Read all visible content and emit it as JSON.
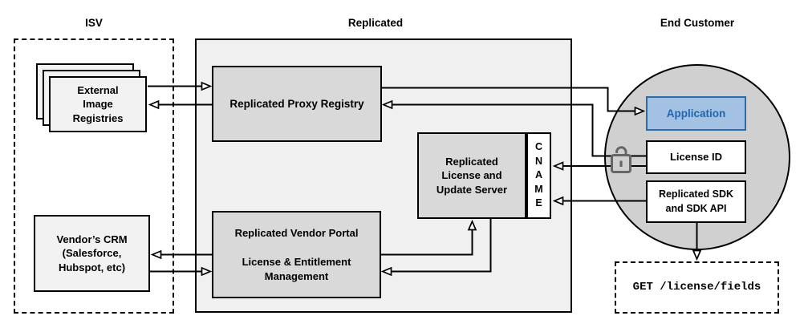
{
  "titles": {
    "isv": "ISV",
    "replicated": "Replicated",
    "end_customer": "End Customer"
  },
  "nodes": {
    "external_image_registries": {
      "label": "External\nImage\nRegistries"
    },
    "vendors_crm": {
      "label": "Vendor’s CRM\n(Salesforce,\nHubspot, etc)"
    },
    "replicated_proxy_registry": {
      "label": "Replicated Proxy Registry"
    },
    "replicated_license_update_server": {
      "label": "Replicated\nLicense and\nUpdate Server"
    },
    "cname": {
      "label": "CNAME"
    },
    "replicated_vendor_portal": {
      "label": "Replicated Vendor Portal\n\nLicense & Entitlement\nManagement"
    },
    "application": {
      "label": "Application"
    },
    "license_id": {
      "label": "License ID"
    },
    "replicated_sdk": {
      "label": "Replicated SDK\nand SDK API"
    },
    "get_license_fields": {
      "label": "GET /license/fields"
    }
  },
  "icons": {
    "unlock_icon": "unlocked-padlock"
  },
  "colors": {
    "container_fill": "#f0f0f0",
    "inner_box_fill": "#d9d9d9",
    "light_box_fill": "#f2f2f2",
    "circle_fill": "#d0d0d0",
    "application_fill": "#a3c2e3",
    "application_border": "#2e6ca8",
    "application_text": "#1e66ae",
    "line_color": "#000000",
    "lock_color": "#666666"
  }
}
